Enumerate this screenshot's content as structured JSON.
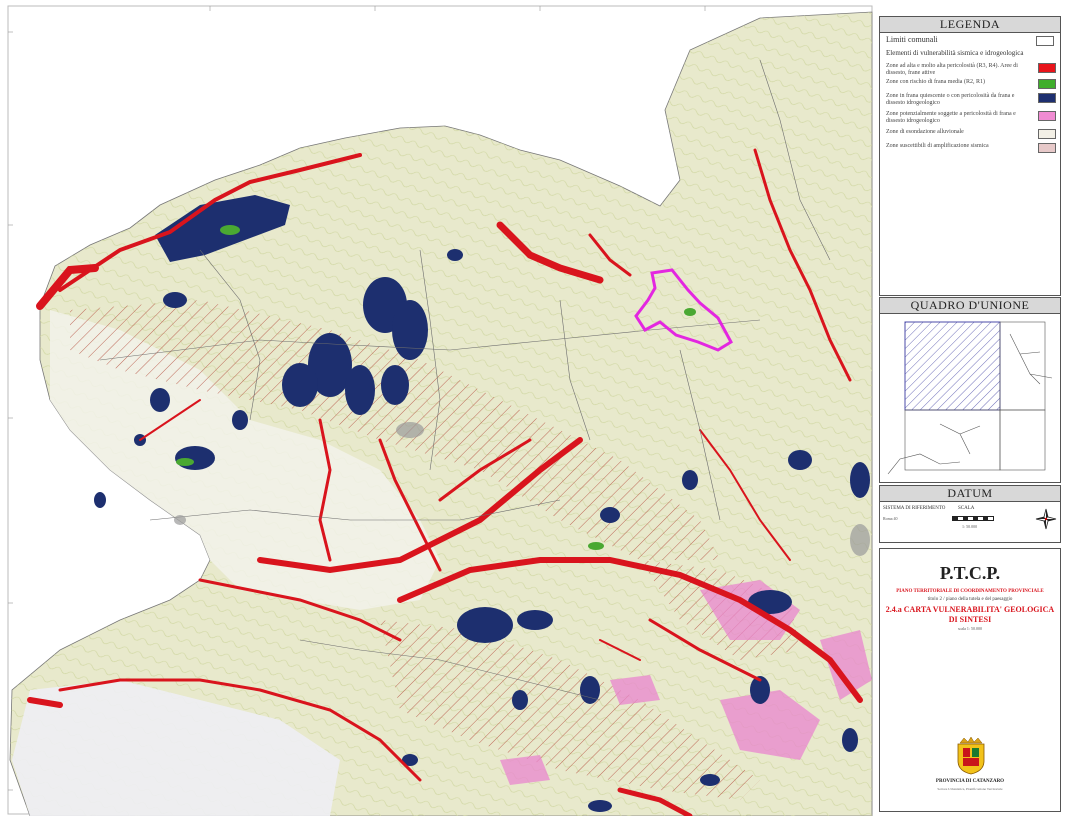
{
  "legend": {
    "title": "LEGENDA",
    "limiti": "Limiti comunali",
    "heading": "Elementi di vulnerabilità sismica e idrogeologica",
    "items": [
      {
        "label": "Zone ad alta e molto alta pericolosità (R3, R4). Aree di dissesto, frane attive",
        "color": "#e8141b"
      },
      {
        "label": "Zone con rischio di frana media (R2, R1)",
        "color": "#3fae2b"
      },
      {
        "label": "Zone in frana quiescente o con pericolosità da frana e dissesto idrogeologico",
        "color": "#1d2f6f"
      },
      {
        "label": "Zone potenzialmente soggette a pericolosità di frana e dissesto idrogeologico",
        "color": "#f08bd2"
      },
      {
        "label": "Zone di esondazione alluvionale",
        "color": "#f3f0e6"
      },
      {
        "label": "Zone suscettibili di amplificazione sismica",
        "color": "#e7c9c9"
      }
    ]
  },
  "quadro": {
    "title": "QUADRO D'UNIONE"
  },
  "datum": {
    "title": "DATUM",
    "sistema_label": "SISTEMA DI RIFERIMENTO",
    "sistema_value": "Roma 40",
    "scala_label": "SCALA",
    "scala_value": "1: 50.000"
  },
  "title_block": {
    "title": "P.T.C.P.",
    "subtitle": "PIANO TERRITORIALE DI COORDINAMENTO PROVINCIALE",
    "line2": "titolo 2 / piano della tutela e del paesaggio",
    "line3": "2.4.a CARTA VULNERABILITA' GEOLOGICA",
    "line4": "DI SINTESI",
    "line5": "scala 1: 50.000",
    "province": "PROVINCIA DI CATANZARO",
    "province_sub": "Settore Urbanistica, Pianificazione Territoriale"
  },
  "colors": {
    "red": "#d9141d",
    "blue": "#1d2f6f",
    "pink": "#ea86cf",
    "green": "#4aa832",
    "magenta": "#e327e0",
    "terrain": "#e6e6c8"
  }
}
